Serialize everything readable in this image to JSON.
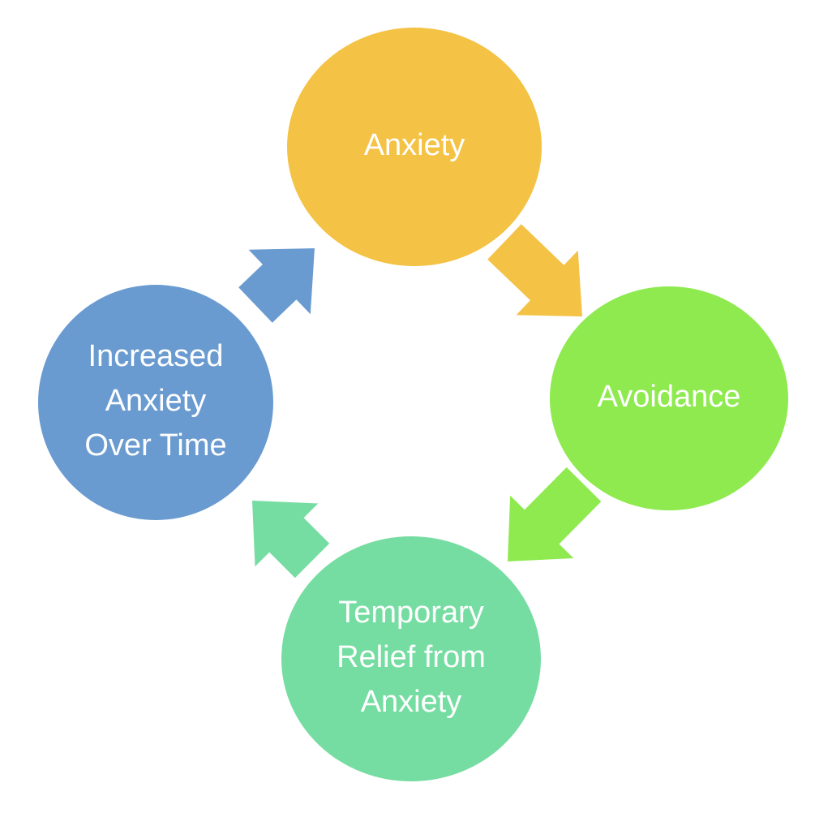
{
  "diagram": {
    "nodes": [
      {
        "id": "anxiety",
        "lines": [
          "Anxiety"
        ],
        "color": "#F4C244"
      },
      {
        "id": "avoidance",
        "lines": [
          "Avoidance"
        ],
        "color": "#8EEA4F"
      },
      {
        "id": "temporary-relief",
        "lines": [
          "Temporary",
          "Relief from",
          "Anxiety"
        ],
        "color": "#76DDA2"
      },
      {
        "id": "increased-anxiety",
        "lines": [
          "Increased",
          "Anxiety",
          "Over Time"
        ],
        "color": "#6A9BD0"
      }
    ],
    "arrows": [
      {
        "id": "anxiety-to-avoidance",
        "color": "#F4C244"
      },
      {
        "id": "avoidance-to-relief",
        "color": "#8EEA4F"
      },
      {
        "id": "relief-to-increased",
        "color": "#76DDA2"
      },
      {
        "id": "increased-to-anxiety",
        "color": "#6A9BD0"
      }
    ]
  }
}
